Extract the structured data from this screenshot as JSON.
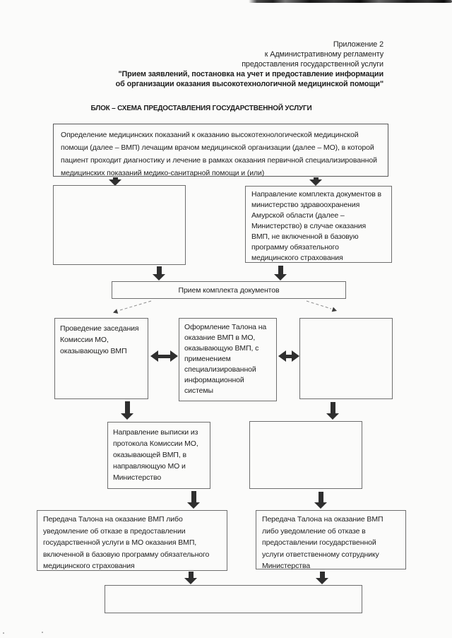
{
  "appendix": {
    "lines": [
      "Приложение 2",
      "к Административному регламенту",
      "предоставления государственной услуги",
      "\"Прием заявлений, постановка на учет и предоставление информации",
      "об организации оказания высокотехнологичной медицинской помощи\""
    ]
  },
  "title": "БЛОК – СХЕМА ПРЕДОСТАВЛЕНИЯ ГОСУДАРСТВЕННОЙ УСЛУГИ",
  "flowchart": {
    "determination": "Определение медицинских показаний к оказанию высокотехнологической медицинской помощи (далее – ВМП) лечащим врачом медицинской организации (далее – МО), в которой пациент проходит диагностику и лечение в рамках оказания первичной специализированной медицинских показаний медико-санитарной помощи и (или)",
    "send_documents": "Направление комплекта документов в министерство здравоохранения Амурской области (далее – Министерство) в случае оказания ВМП, не включенной в базовую программу обязательного медицинского страхования",
    "reception": "Прием комплекта документов",
    "commission": "Проведение заседания Комиссии МО, оказывающую ВМП",
    "talon": "Оформление Талона на оказание ВМП в МО, оказывающую ВМП, с применением специализированной информационной системы",
    "protocol": "Направление выписки из протокола Комиссии МО, оказывающей ВМП, в направляющую МО и Министерство",
    "transfer_omc": "Передача Талона на оказание ВМП либо уведомление об отказе в предоставлении государственной услуги в МО оказания ВМП, включенной в базовую программу обязательного медицинского страхования",
    "transfer_ministry": "Передача Талона на оказание ВМП либо уведомление об отказе в предоставлении государственной услуги ответственному сотруднику Министерства"
  },
  "colors": {
    "paper": "#fbfbfa",
    "ink": "#1e1e1e",
    "line": "#6e6e6e",
    "arrow": "#2f2f2f"
  }
}
